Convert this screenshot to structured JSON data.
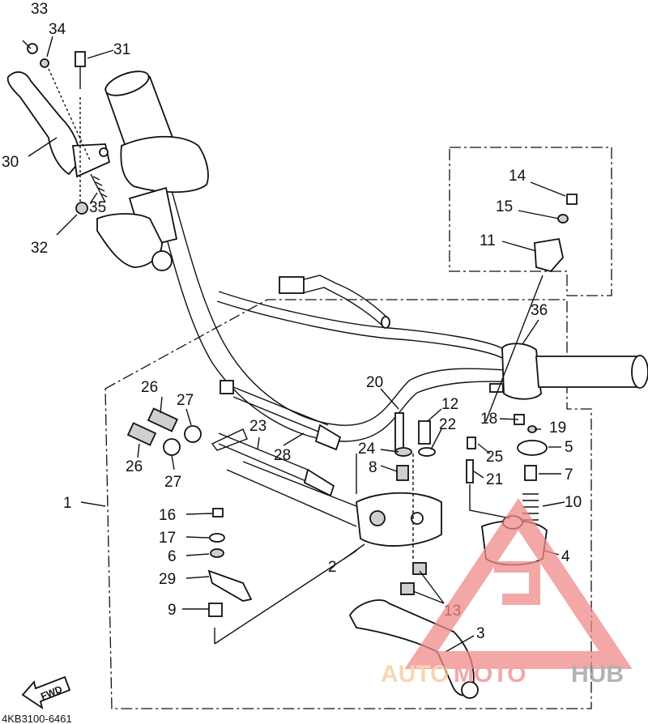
{
  "diagram": {
    "code": "4KB3100-6461",
    "fwd_label": "FWD",
    "callouts": [
      {
        "id": "c1",
        "text": "1"
      },
      {
        "id": "c2",
        "text": "2"
      },
      {
        "id": "c3",
        "text": "3"
      },
      {
        "id": "c4",
        "text": "4"
      },
      {
        "id": "c5",
        "text": "5"
      },
      {
        "id": "c6",
        "text": "6"
      },
      {
        "id": "c7",
        "text": "7"
      },
      {
        "id": "c8",
        "text": "8"
      },
      {
        "id": "c9",
        "text": "9"
      },
      {
        "id": "c10",
        "text": "10"
      },
      {
        "id": "c11",
        "text": "11"
      },
      {
        "id": "c12",
        "text": "12"
      },
      {
        "id": "c13",
        "text": "13"
      },
      {
        "id": "c14",
        "text": "14"
      },
      {
        "id": "c15",
        "text": "15"
      },
      {
        "id": "c16",
        "text": "16"
      },
      {
        "id": "c17",
        "text": "17"
      },
      {
        "id": "c18",
        "text": "18"
      },
      {
        "id": "c19",
        "text": "19"
      },
      {
        "id": "c20",
        "text": "20"
      },
      {
        "id": "c21",
        "text": "21"
      },
      {
        "id": "c22",
        "text": "22"
      },
      {
        "id": "c23",
        "text": "23"
      },
      {
        "id": "c24",
        "text": "24"
      },
      {
        "id": "c25",
        "text": "25"
      },
      {
        "id": "c26a",
        "text": "26"
      },
      {
        "id": "c26b",
        "text": "26"
      },
      {
        "id": "c27a",
        "text": "27"
      },
      {
        "id": "c27b",
        "text": "27"
      },
      {
        "id": "c28",
        "text": "28"
      },
      {
        "id": "c29",
        "text": "29"
      },
      {
        "id": "c30",
        "text": "30"
      },
      {
        "id": "c31",
        "text": "31"
      },
      {
        "id": "c32",
        "text": "32"
      },
      {
        "id": "c33",
        "text": "33"
      },
      {
        "id": "c34",
        "text": "34"
      },
      {
        "id": "c35",
        "text": "35"
      },
      {
        "id": "c36",
        "text": "36"
      }
    ]
  },
  "watermark": {
    "part1": "AUTO",
    "part2": "MOTO",
    "part3": "HUB",
    "color_light": "#f5c99a",
    "color_mid": "#f08a8a",
    "color_dark": "#9a9a9a"
  },
  "colors": {
    "line": "#111111",
    "background": "#ffffff"
  }
}
